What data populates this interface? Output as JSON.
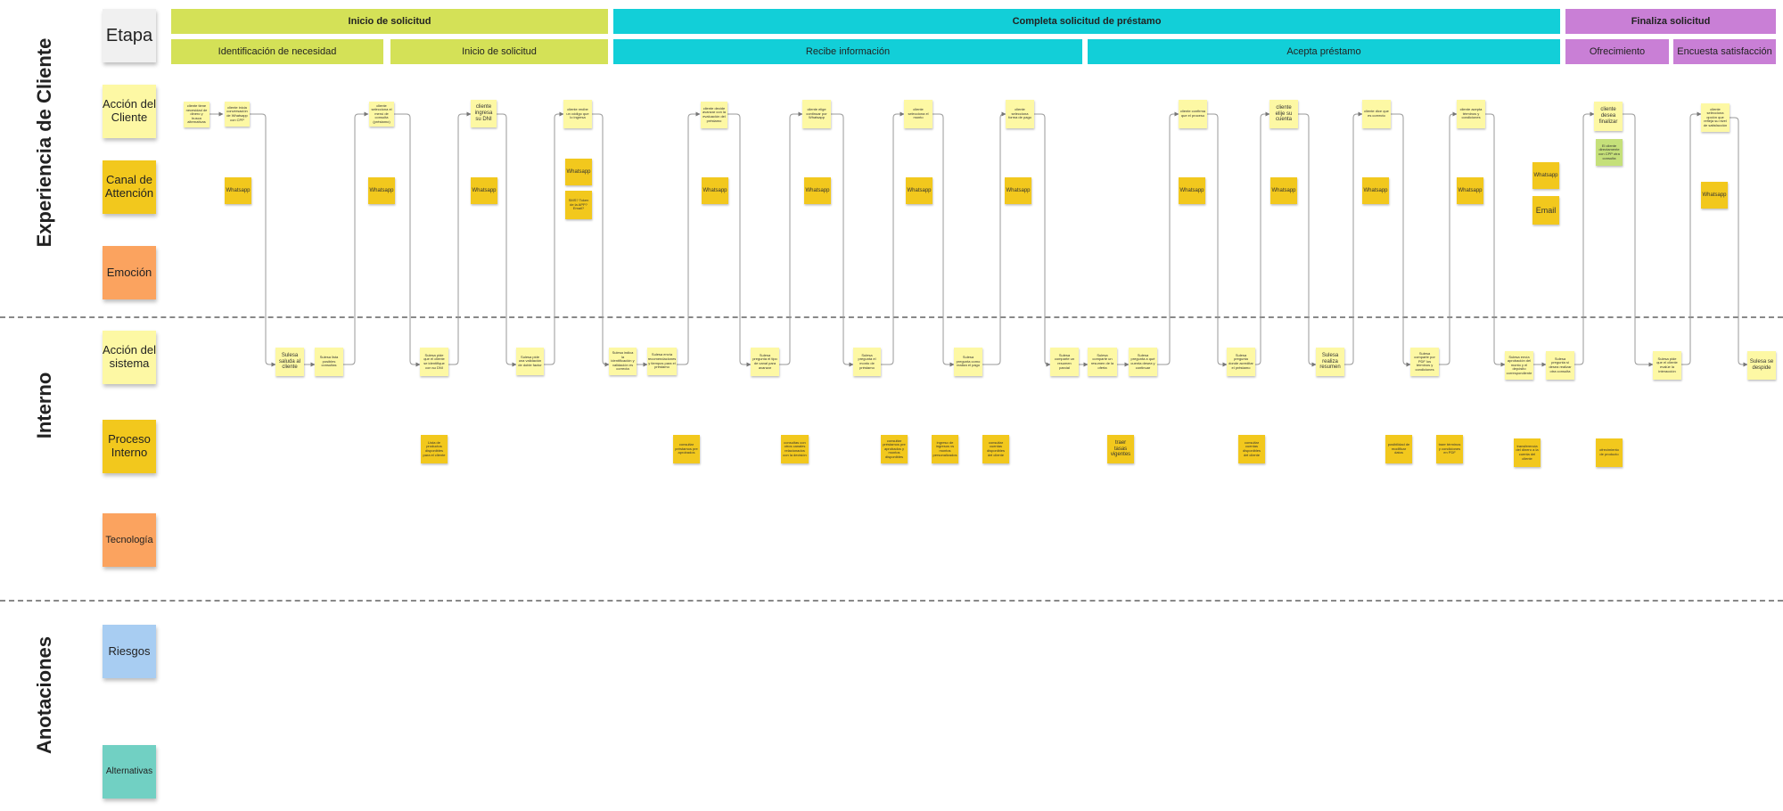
{
  "side_labels": {
    "customer": "Experiencia de Cliente",
    "internal": "Interno",
    "notes": "Anotaciones"
  },
  "lane_labels": {
    "stage": "Etapa",
    "client_action": "Acción del Cliente",
    "channel": "Canal de Attención",
    "emotion": "Emoción",
    "system_action": "Acción del sistema",
    "internal_process": "Proceso Interno",
    "technology": "Tecnología",
    "risks": "Riesgos",
    "alternatives": "Alternativas"
  },
  "phases": [
    "Inicio de solicitud",
    "Completa solicitud de préstamo",
    "Finaliza solicitud"
  ],
  "subphases": [
    "Identificación de necesidad",
    "Inicio de solicitud",
    "Recibe información",
    "Acepta préstamo",
    "Ofrecimiento",
    "Encuesta satisfacción"
  ],
  "client_actions": [
    "cliente tiene necesidad de dinero y busca alternativas",
    "cliente inicia conversación de Whatsapp con CPP",
    "cliente selecciona el menú de consulta (préstamo)",
    "cliente ingresa su DNI",
    "cliente recibe un código que lo ingresa",
    "cliente decide avanzar con la evaluación del préstamo",
    "cliente elige continuar por Whatsapp",
    "cliente selecciona el monto",
    "cliente selecciona forma de pago",
    "cliente confirma que el proceso",
    "cliente elije su cuenta",
    "cliente dice que es correcto",
    "cliente acepta términos y condiciones",
    "cliente desea finalizar",
    "El cliente directamente con CPP otra consulta",
    "cliente selecciona opción que refleja su nivel de satisfacción"
  ],
  "channels": [
    "Whatsapp",
    "Whatsapp",
    "Whatsapp",
    "Whatsapp",
    "SMS? Token de la APP? Email?",
    "Whatsapp",
    "Whatsapp",
    "Whatsapp",
    "Whatsapp",
    "Whatsapp",
    "Whatsapp",
    "Whatsapp",
    "Whatsapp",
    "Whatsapp",
    "Email",
    "Whatsapp"
  ],
  "system_actions": [
    "Sulesa saluda al cliente",
    "Sulesa lista posibles consultas",
    "Sulesa pide que el cliente se identifique con su DNI",
    "Sulesa pide una validación de doble factor",
    "Sulesa indica la identificación y validación es correcta",
    "Sulesa envía recomendaciones y tiempos para el préstamo",
    "Sulesa pregunta el tipo de canal para avanzar",
    "Sulesa pregunta el monto de préstamo",
    "Sulesa pregunta como realiza el pago",
    "Sulesa comparte un resumen parcial",
    "Sulesa comparte un resumen de la oferta",
    "Sulesa pregunta a qué cuenta desea y continuar",
    "Sulesa pregunta donde acreditar el préstamo",
    "Sulesa realiza resumen",
    "Sulesa comparte por PDF los términos y condiciones",
    "Sulesa envía aprobación del monto y el depósito correspondiente",
    "Sulesa pregunta si desea realizar otra consulta",
    "Sulesa pide que el cliente evalúe la interacción",
    "Sulesa se despide"
  ],
  "internal_processes": [
    "Lista de productos disponibles para el cliente",
    "consultar préstamos pre aprobados",
    "consultas con otros canales relacionados con la decisión",
    "consultar préstamos pre aprobados y montos disponibles",
    "ingreso de ingresos vs montos personalizados",
    "consultar cuentas disponibles del cliente",
    "traer tasas vigentes",
    "consultar cuentas disponibles del cliente",
    "posibilidad de modificar datos",
    "traer términos y condiciones en PDF",
    "transferencia del dinero a la cuenta del cliente",
    "ofrecimiento de producto"
  ],
  "colors": {
    "phase_green": "#d4e157",
    "phase_teal": "#12cfd8",
    "phase_purple": "#c97fd6",
    "sticky_light": "#fdf8a4",
    "sticky_gold": "#f2c81d",
    "emotion_orange": "#fba35f",
    "risk_blue": "#a8cdf2",
    "alt_teal": "#71d0c3"
  }
}
